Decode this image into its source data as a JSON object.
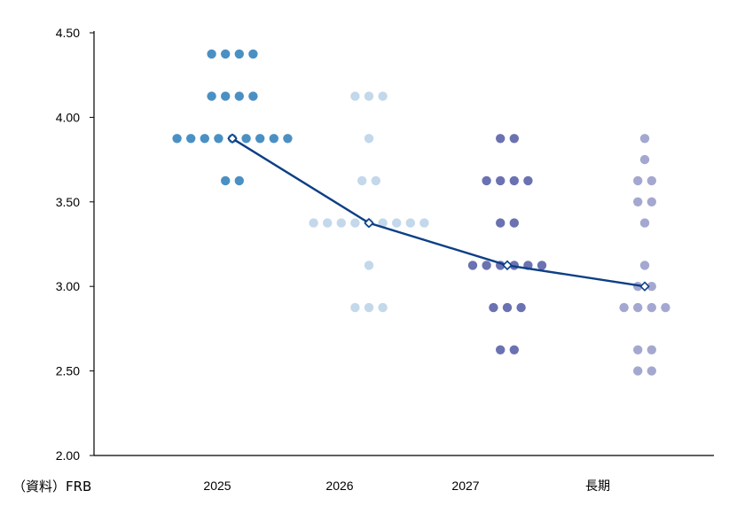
{
  "source_note": "（資料）FRB",
  "colors": {
    "2025": "#4a90c4",
    "2026": "#c3d8ea",
    "2027": "#6b72b2",
    "long_run": "#a4a8d0",
    "median_line": "#0d3f85",
    "axis": "#000000"
  },
  "chart_data": {
    "type": "scatter",
    "title": "",
    "xlabel": "",
    "ylabel": "",
    "ylim": [
      2.0,
      4.5
    ],
    "yticks": [
      "2.00",
      "2.50",
      "3.00",
      "3.50",
      "4.00",
      "4.50"
    ],
    "categories": [
      "2025",
      "2026",
      "2027",
      "長期"
    ],
    "grid": false,
    "series": [
      {
        "category": "2025",
        "dots": [
          {
            "rate": 4.375,
            "count": 4
          },
          {
            "rate": 4.125,
            "count": 4
          },
          {
            "rate": 3.875,
            "count": 9
          },
          {
            "rate": 3.625,
            "count": 2
          }
        ]
      },
      {
        "category": "2026",
        "dots": [
          {
            "rate": 4.125,
            "count": 3
          },
          {
            "rate": 3.875,
            "count": 1
          },
          {
            "rate": 3.625,
            "count": 2
          },
          {
            "rate": 3.375,
            "count": 9
          },
          {
            "rate": 3.125,
            "count": 1
          },
          {
            "rate": 2.875,
            "count": 3
          }
        ]
      },
      {
        "category": "2027",
        "dots": [
          {
            "rate": 3.875,
            "count": 2
          },
          {
            "rate": 3.625,
            "count": 4
          },
          {
            "rate": 3.375,
            "count": 2
          },
          {
            "rate": 3.125,
            "count": 6
          },
          {
            "rate": 2.875,
            "count": 3
          },
          {
            "rate": 2.625,
            "count": 2
          }
        ]
      },
      {
        "category": "長期",
        "dots": [
          {
            "rate": 3.875,
            "count": 1
          },
          {
            "rate": 3.75,
            "count": 1
          },
          {
            "rate": 3.625,
            "count": 2
          },
          {
            "rate": 3.5,
            "count": 2
          },
          {
            "rate": 3.375,
            "count": 1
          },
          {
            "rate": 3.125,
            "count": 1
          },
          {
            "rate": 3.0,
            "count": 2
          },
          {
            "rate": 2.875,
            "count": 4
          },
          {
            "rate": 2.625,
            "count": 2
          },
          {
            "rate": 2.5,
            "count": 2
          }
        ]
      }
    ],
    "median": [
      3.875,
      3.375,
      3.125,
      3.0
    ]
  }
}
